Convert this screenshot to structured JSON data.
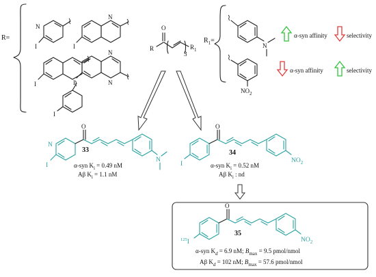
{
  "r_label": "R=",
  "r1_label": "R",
  "r1_sub": "1",
  "r1_eq": "=",
  "core": {
    "o": "O",
    "r": "R",
    "r1": "R",
    "r1_sub": "1",
    "n": "3"
  },
  "atoms": {
    "i": "I",
    "n": "N",
    "no2": "NO",
    "no2_sub": "2",
    "i125_sup": "125",
    "i125": "I"
  },
  "props": {
    "row1": {
      "affinity": "α-syn affinity",
      "selectivity": "selectivity"
    },
    "row2": {
      "affinity": "α-syn affinity",
      "selectivity": "selectivity"
    }
  },
  "compounds": [
    {
      "id": "33",
      "line1": "α-syn K",
      "line1_sub": "i",
      "line1_val": " = 0.49 nM",
      "line2": "Aβ K",
      "line2_sub": "i",
      "line2_val": " = 1.1 nM"
    },
    {
      "id": "34",
      "line1": "α-syn K",
      "line1_sub": "i",
      "line1_val": " = 0.52 nM",
      "line2": "Aβ K",
      "line2_sub": "i",
      "line2_val": " : nd"
    },
    {
      "id": "35",
      "line1a": "α-syn K",
      "line1a_sub": "d",
      "line1a_val": " = 6.9 nM; ",
      "line1b": "B",
      "line1b_sub": "max",
      "line1b_val": " = 9.5 pmol/nmol",
      "line2a": "Aβ K",
      "line2a_sub": "d",
      "line2a_val": " = 102 nM; ",
      "line2b": "B",
      "line2b_sub": "max",
      "line2b_val": " = 57.6 pmol/nmol"
    }
  ],
  "colors": {
    "teal": "#2aa3a3",
    "up": "#31c23a",
    "down": "#e23b3b"
  }
}
